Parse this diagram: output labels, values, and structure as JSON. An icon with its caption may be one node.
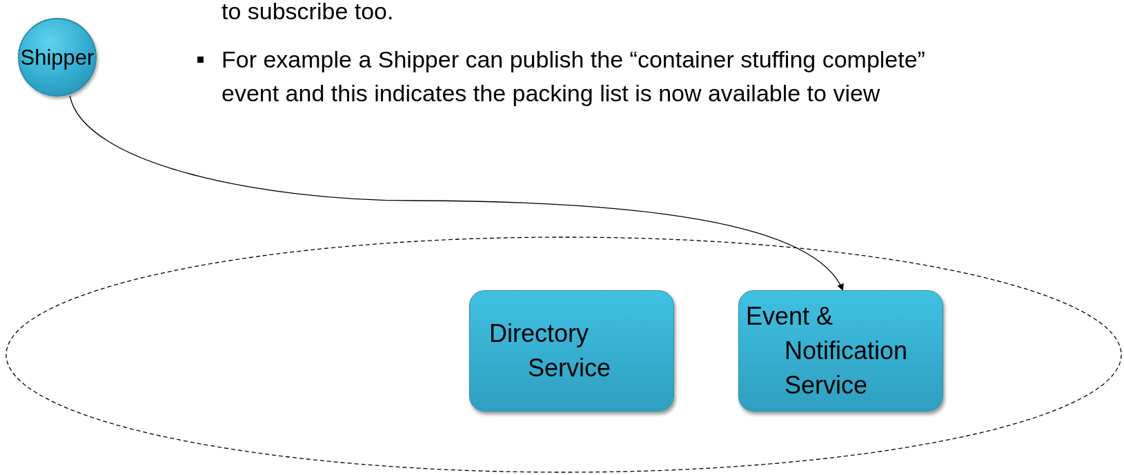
{
  "diagram": {
    "nodes": [
      {
        "text": [
          "Shipper"
        ]
      },
      {
        "text": [],
        "shape": "ellipse"
      },
      {
        "text": [
          "Directory Service"
        ],
        "in": 1
      },
      {
        "text": [
          "Event & Notification Service"
        ],
        "in": 1
      }
    ],
    "edges": [
      {
        "from": 0,
        "to": 3,
        "arrow": "to"
      }
    ],
    "labels": [
      "to subscribe too.",
      "For example a Shipper can publish the “container stuffing complete” event and this indicates the packing list is now available to view"
    ]
  }
}
